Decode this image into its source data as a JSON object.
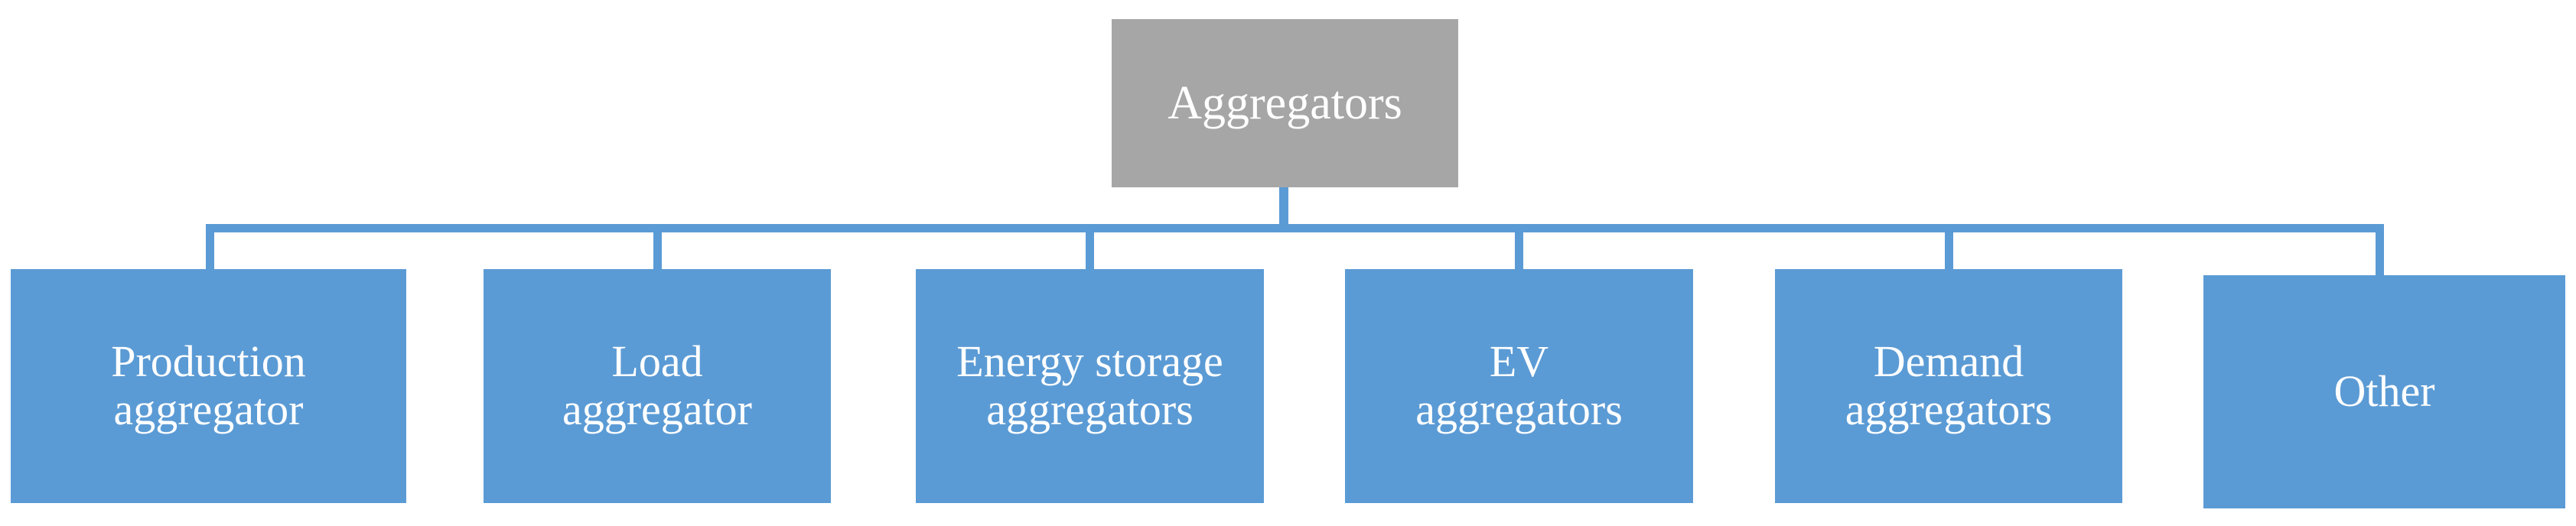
{
  "diagram": {
    "type": "org-chart",
    "orientation": "top-down",
    "title": "Aggregators",
    "colors": {
      "root_fill": "#A6A6A6",
      "child_fill": "#5B9BD5",
      "connector": "#5B9BD5",
      "text": "#FFFFFF",
      "background": "#FFFFFF"
    },
    "root": {
      "label": "Aggregators"
    },
    "children": [
      {
        "label": "Production\naggregator"
      },
      {
        "label": "Load\naggregator"
      },
      {
        "label": "Energy storage\naggregators"
      },
      {
        "label": "EV\naggregators"
      },
      {
        "label": "Demand\naggregators"
      },
      {
        "label": "Other"
      }
    ],
    "connectors": {
      "trunk_from_root": true,
      "rail_label": "horizontal-distribution-rail",
      "drop_count": 6
    }
  }
}
